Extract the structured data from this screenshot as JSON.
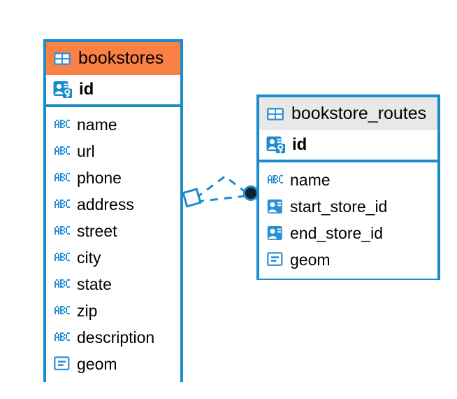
{
  "diagram": {
    "type": "entity-relationship-diagram",
    "background_color": "#FFFFFF",
    "accent_color": "#1A8CCC",
    "selected_header_color": "#FB8043",
    "unselected_header_color": "#E8E8E8",
    "text_color": "#000000"
  },
  "entities": [
    {
      "name": "bookstores",
      "selected": true,
      "header_icon": "table-icon",
      "primary_key": {
        "label": "id",
        "icon": "primary-key-icon"
      },
      "fields": [
        {
          "label": "name",
          "icon": "text-abc-icon"
        },
        {
          "label": "url",
          "icon": "text-abc-icon"
        },
        {
          "label": "phone",
          "icon": "text-abc-icon"
        },
        {
          "label": "address",
          "icon": "text-abc-icon"
        },
        {
          "label": "street",
          "icon": "text-abc-icon"
        },
        {
          "label": "city",
          "icon": "text-abc-icon"
        },
        {
          "label": "state",
          "icon": "text-abc-icon"
        },
        {
          "label": "zip",
          "icon": "text-abc-icon"
        },
        {
          "label": "description",
          "icon": "text-abc-icon"
        },
        {
          "label": "geom",
          "icon": "geometry-icon"
        }
      ]
    },
    {
      "name": "bookstore_routes",
      "selected": false,
      "header_icon": "table-icon",
      "primary_key": {
        "label": "id",
        "icon": "primary-key-icon"
      },
      "fields": [
        {
          "label": "name",
          "icon": "text-abc-icon"
        },
        {
          "label": "start_store_id",
          "icon": "foreign-key-icon"
        },
        {
          "label": "end_store_id",
          "icon": "foreign-key-icon"
        },
        {
          "label": "geom",
          "icon": "geometry-icon"
        }
      ]
    }
  ],
  "relationships": [
    {
      "from_entity": "bookstores",
      "to_entity": "bookstore_routes",
      "from_marker": "diamond-outline",
      "to_marker": "filled-circle",
      "line_style": "dashed",
      "path": "curved"
    },
    {
      "from_entity": "bookstores",
      "to_entity": "bookstore_routes",
      "from_marker": "diamond-outline",
      "to_marker": "filled-circle",
      "line_style": "dashed",
      "path": "straight"
    }
  ]
}
